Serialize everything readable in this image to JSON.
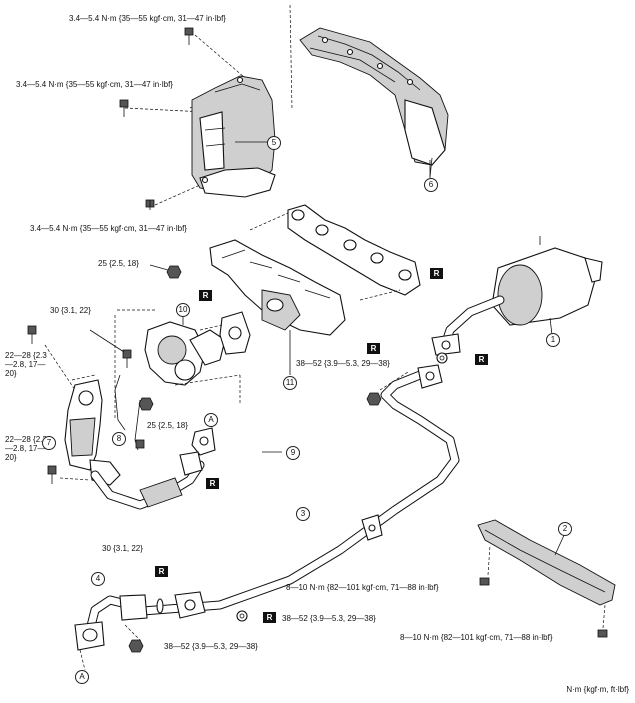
{
  "torque": {
    "t1": "3.4—5.4 N·m {35—55 kgf·cm, 31—47 in·lbf}",
    "t2": "3.4—5.4 N·m {35—55 kgf·cm, 31—47 in·lbf}",
    "t3": "3.4—5.4 N·m {35—55 kgf·cm, 31—47 in·lbf}",
    "t4": "25 {2.5, 18}",
    "t5": "30 {3.1, 22}",
    "t6": "22—28 {2.3—2.8, 17—20}",
    "t7": "25 {2.5, 18}",
    "t8": "22—28 {2.3—2.8, 17—20}",
    "t9": "38—52 {3.9—5.3, 29—38}",
    "t10": "30 {3.1, 22}",
    "t11": "8—10 N·m {82—101 kgf·cm, 71—88 in·lbf}",
    "t12": "38—52 {3.9—5.3, 29—38}",
    "t13": "38—52 {3.9—5.3, 29—38}",
    "t14": "8—10 N·m {82—101 kgf·cm, 71—88 in·lbf}"
  },
  "callouts": [
    "1",
    "2",
    "3",
    "4",
    "5",
    "6",
    "7",
    "8",
    "9",
    "10",
    "11"
  ],
  "reference_marks": {
    "a1": "A",
    "a2": "A"
  },
  "replace_mark": "R",
  "unit_note": "N·m {kgf·m, ft·lbf}"
}
